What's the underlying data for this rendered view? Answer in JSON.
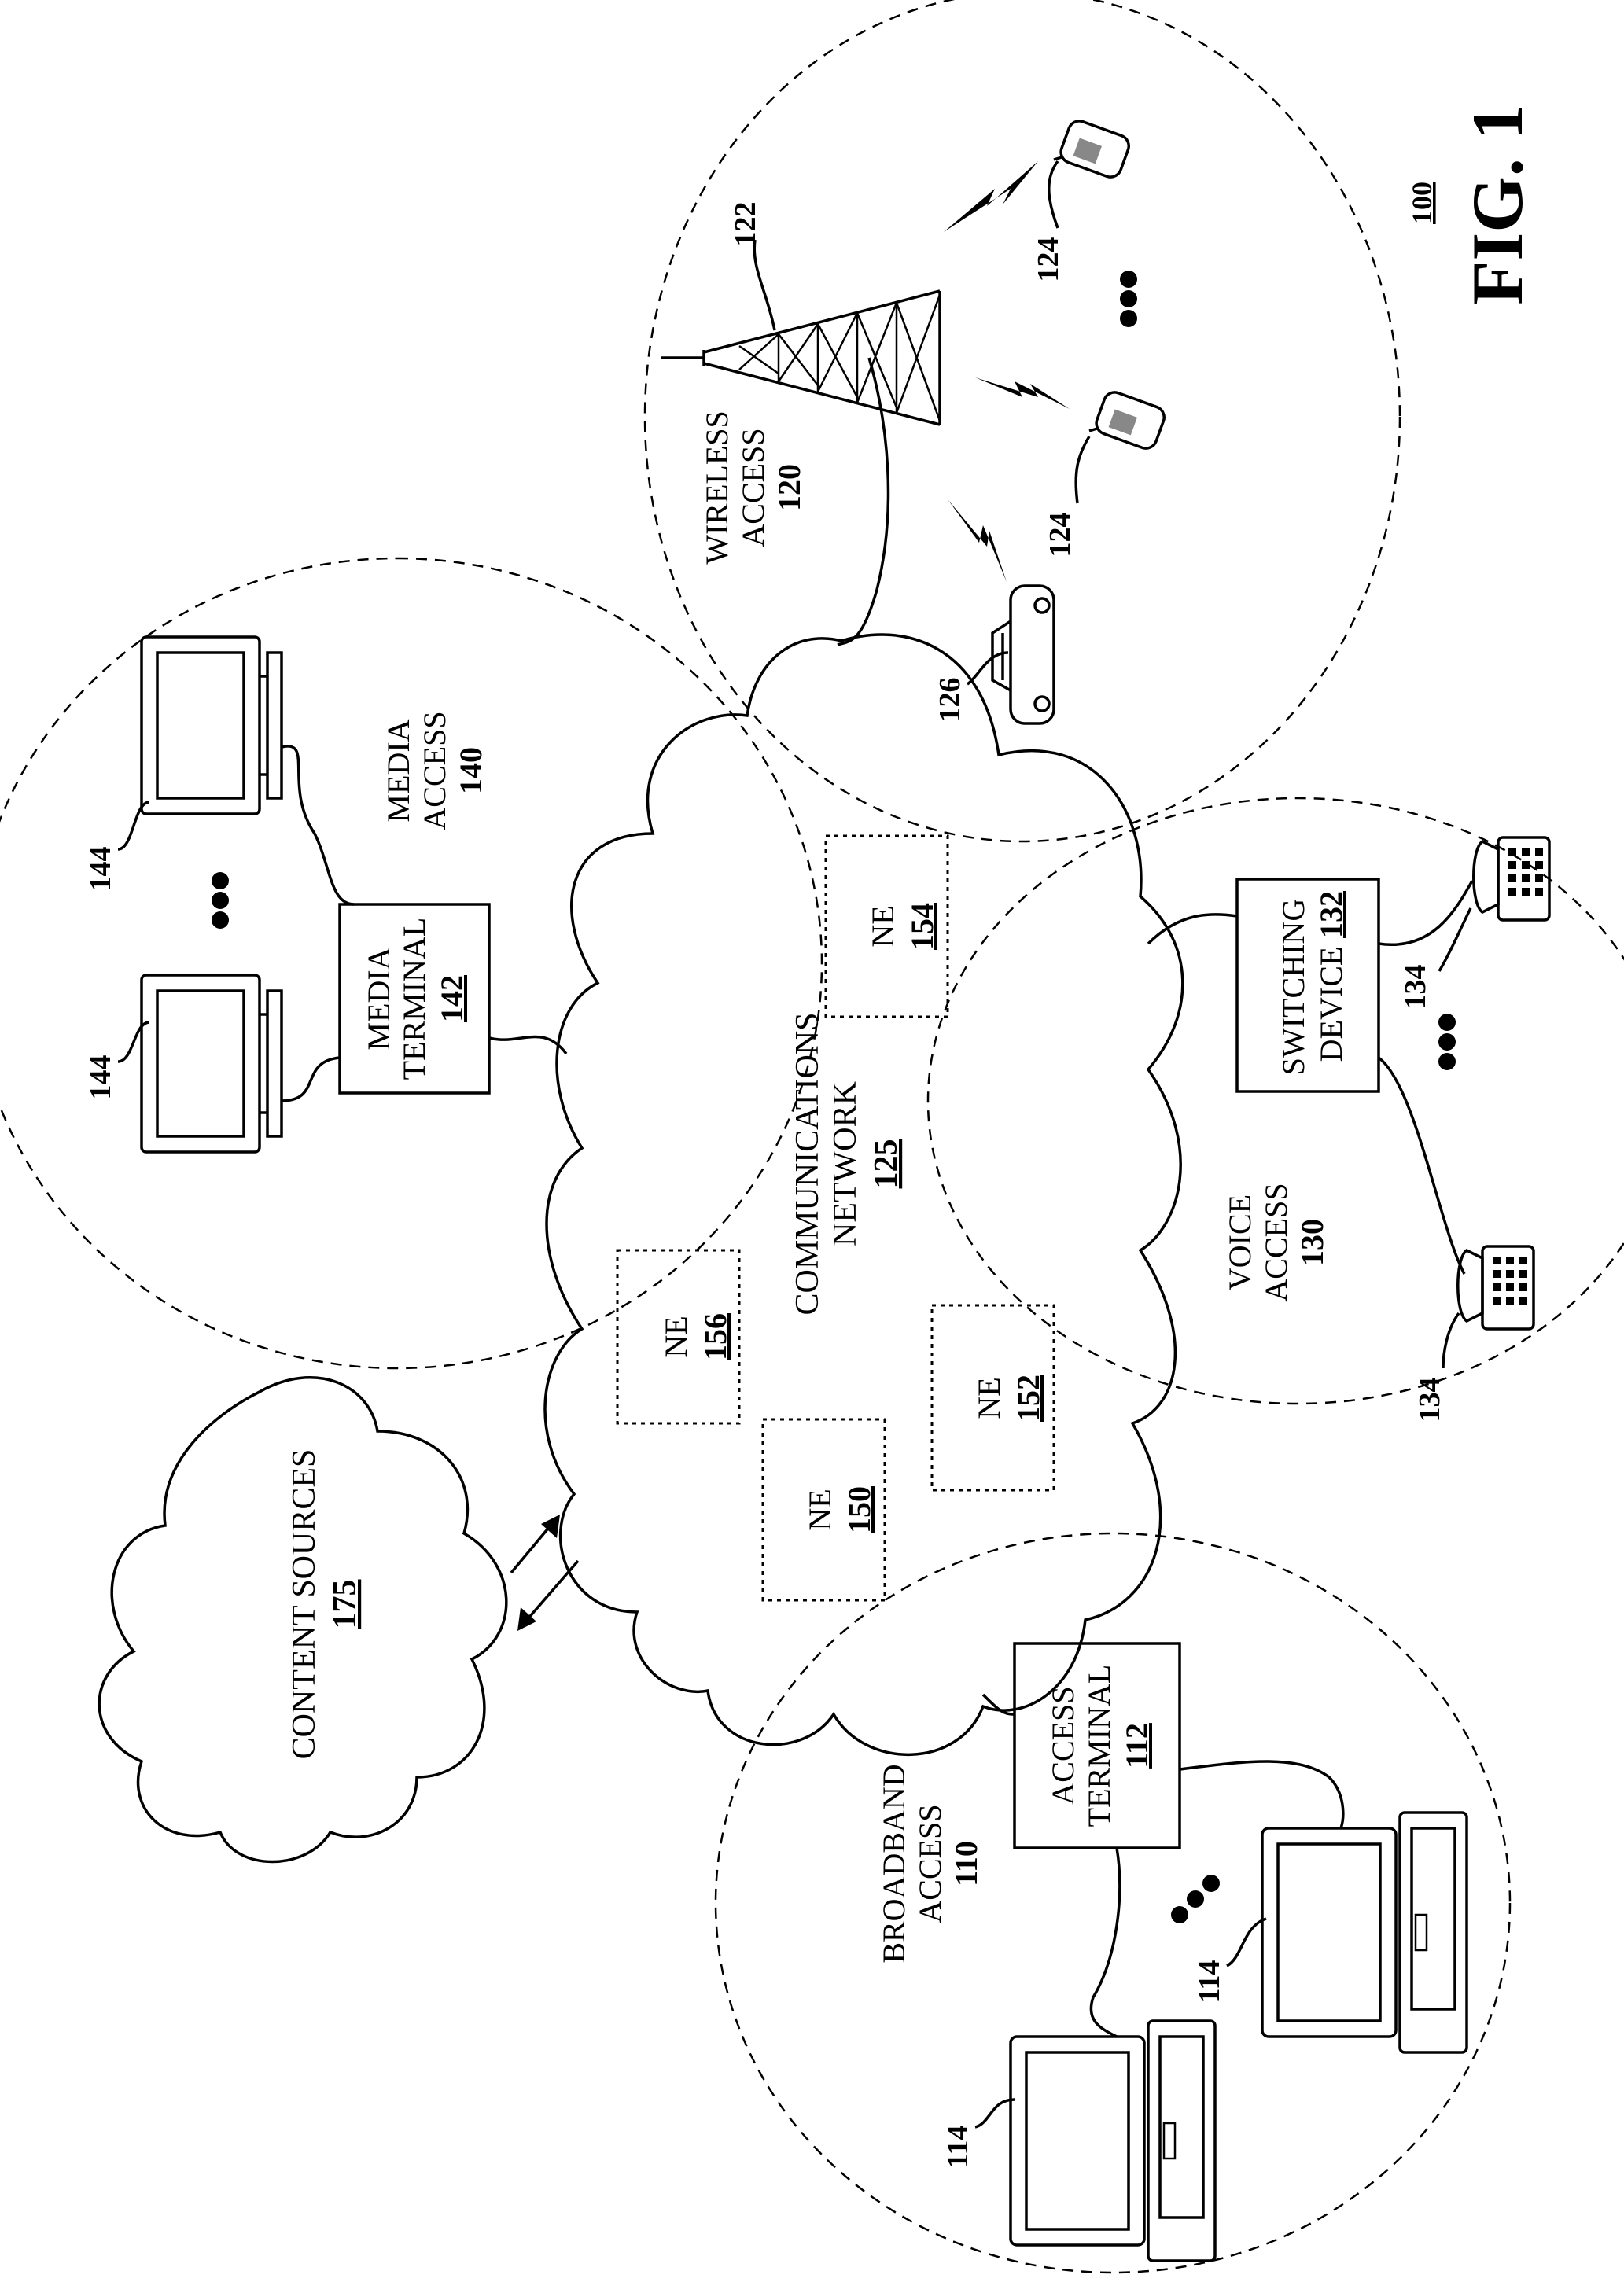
{
  "figure": {
    "title": "FIG. 1",
    "ref": "100",
    "network": {
      "line1": "COMMUNICATIONS",
      "line2": "NETWORK",
      "ref": "125"
    },
    "content_sources": {
      "label": "CONTENT SOURCES",
      "ref": "175"
    },
    "network_elements": [
      {
        "label": "NE",
        "ref": "150"
      },
      {
        "label": "NE",
        "ref": "152"
      },
      {
        "label": "NE",
        "ref": "154"
      },
      {
        "label": "NE",
        "ref": "156"
      }
    ],
    "broadband": {
      "line1": "BROADBAND",
      "line2": "ACCESS",
      "ref": "110",
      "terminal_line1": "ACCESS",
      "terminal_line2": "TERMINAL",
      "terminal_ref": "112",
      "device_ref": "114"
    },
    "wireless": {
      "line1": "WIRELESS",
      "line2": "ACCESS",
      "ref": "120",
      "tower_ref": "122",
      "phone_ref": "124",
      "vehicle_ref": "126"
    },
    "voice": {
      "line1": "VOICE",
      "line2": "ACCESS",
      "ref": "130",
      "switch_line1": "SWITCHING",
      "switch_line2": "DEVICE",
      "switch_ref": "132",
      "phone_ref": "134"
    },
    "media": {
      "line1": "MEDIA",
      "line2": "ACCESS",
      "ref": "140",
      "terminal_line1": "MEDIA",
      "terminal_line2": "TERMINAL",
      "terminal_ref": "142",
      "display_ref": "144"
    }
  }
}
